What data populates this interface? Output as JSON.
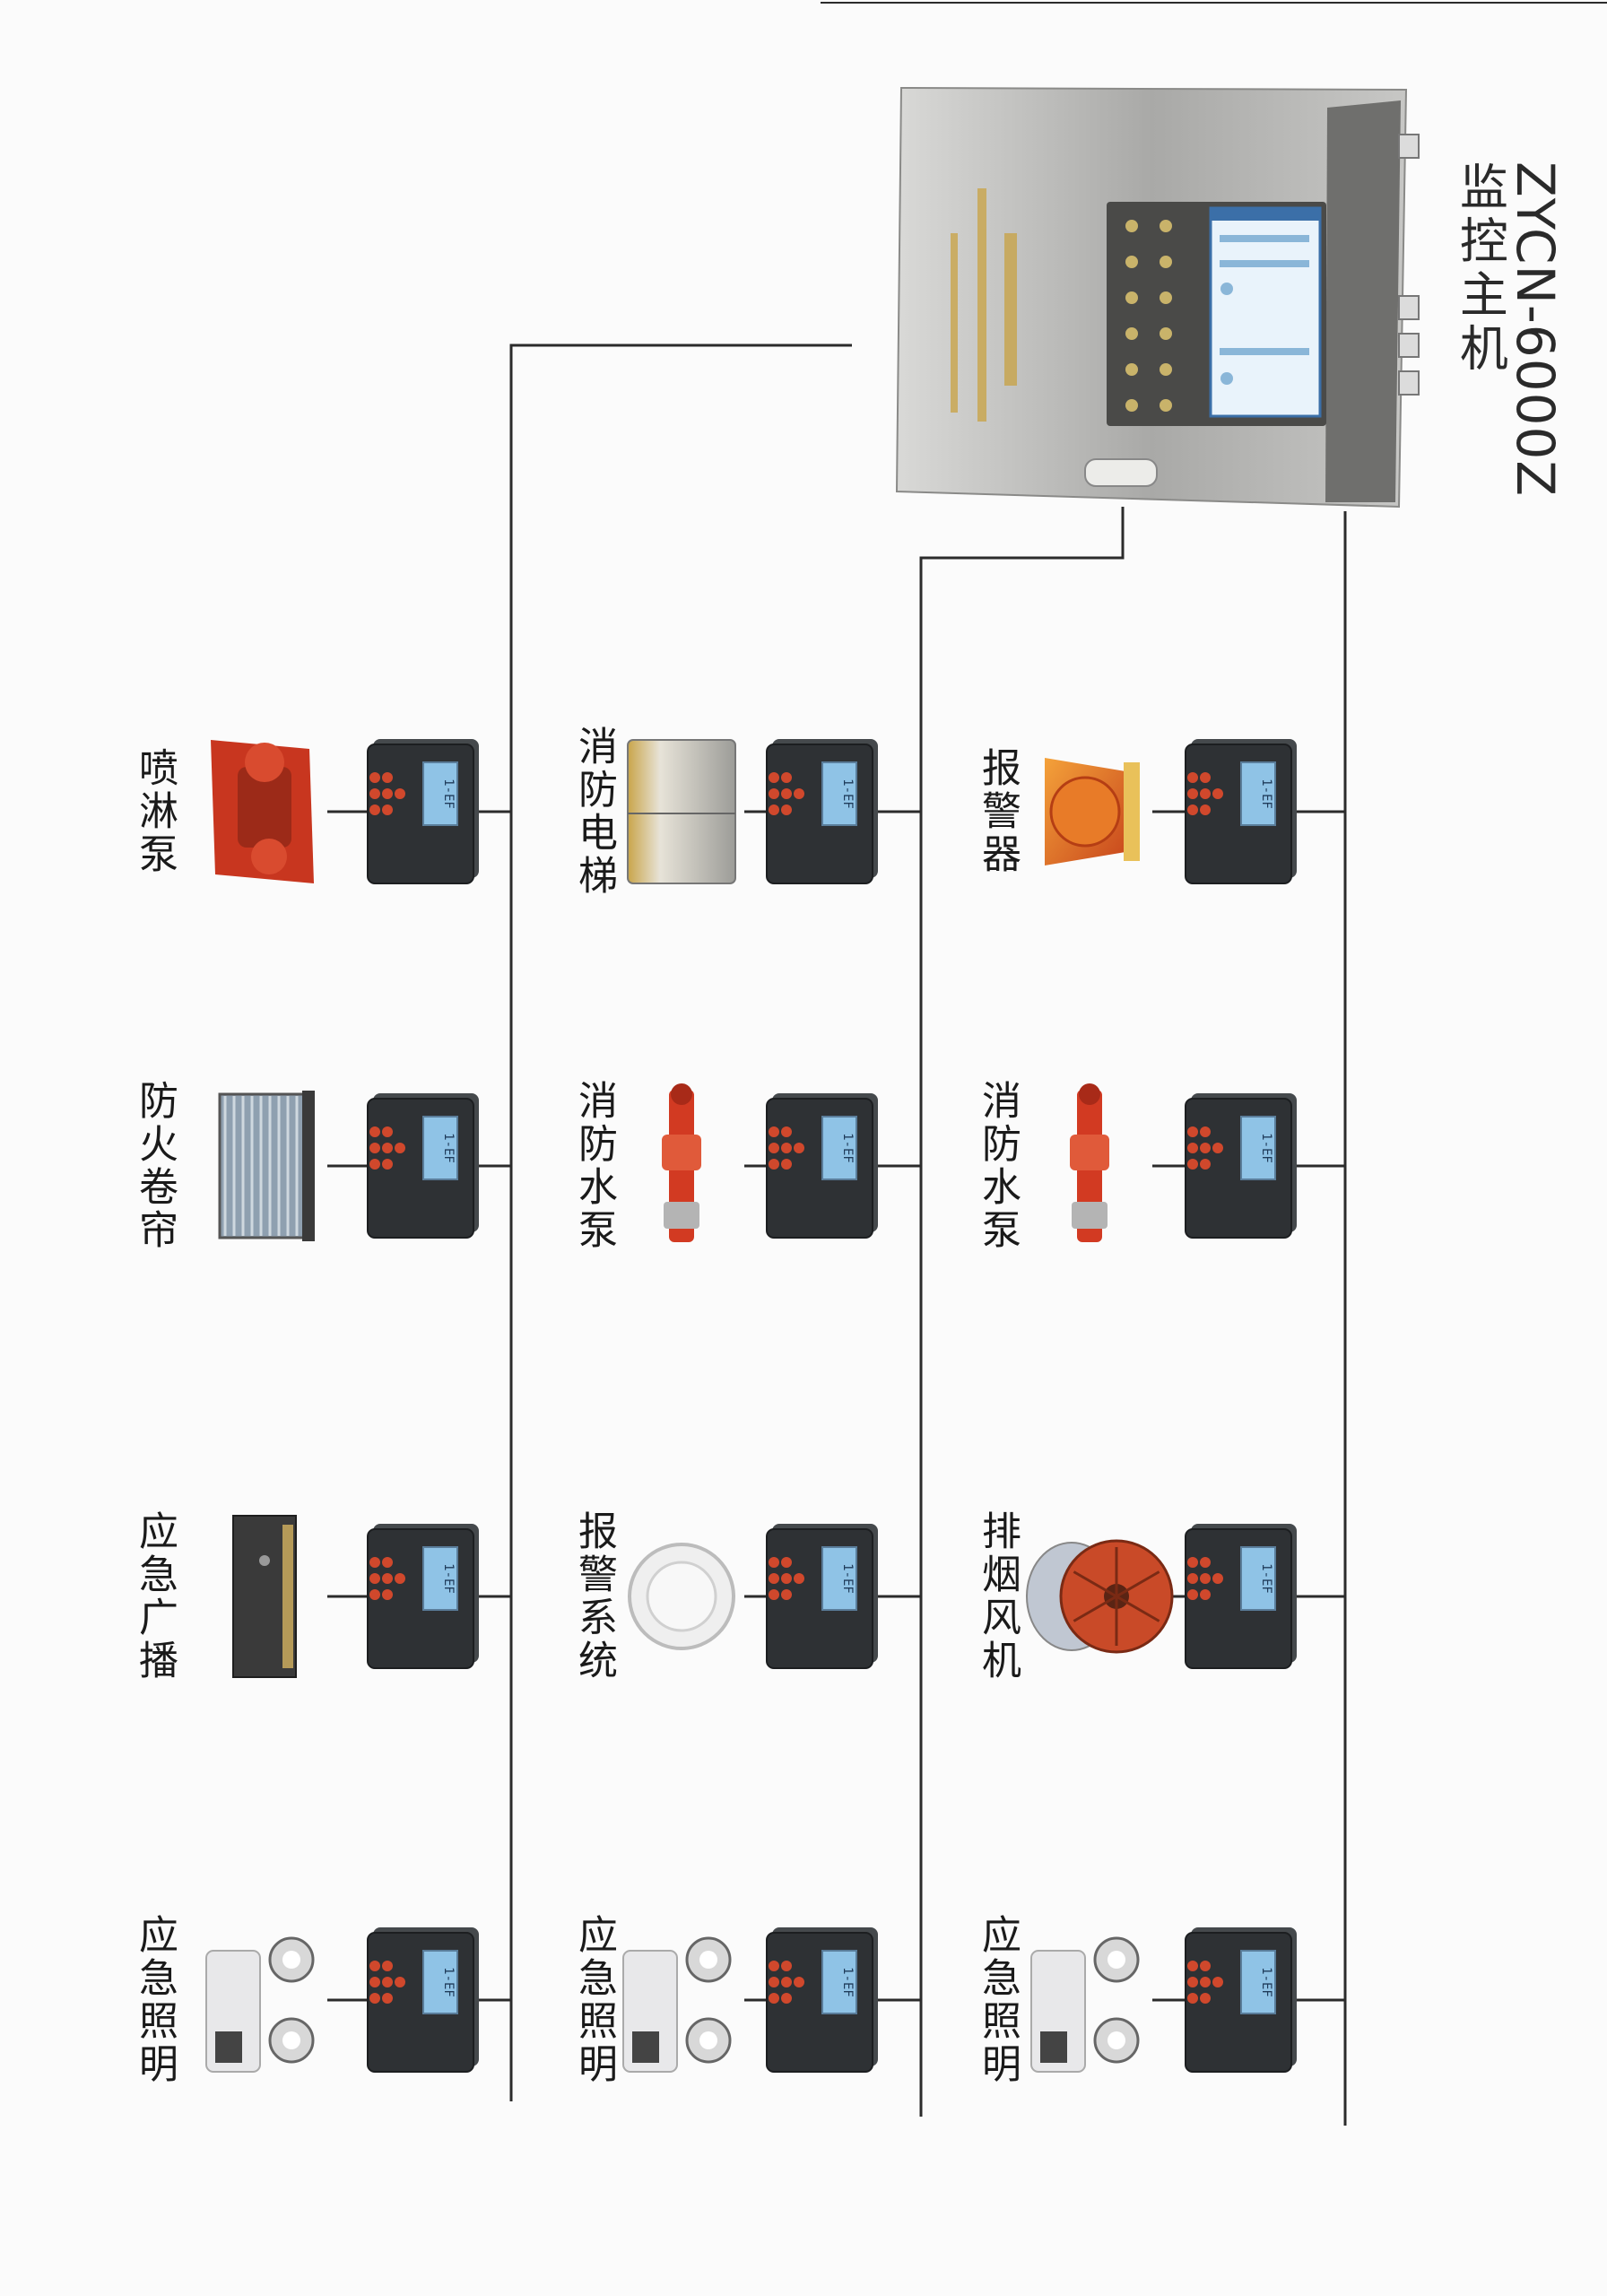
{
  "host": {
    "model": "ZYCN-6000Z",
    "name": "监控主机"
  },
  "module_display": "1-EF",
  "columns": [
    {
      "id": "left",
      "devices": [
        {
          "label": "喷淋泵",
          "icon": "sprinkler-pump-icon"
        },
        {
          "label": "防火卷帘",
          "icon": "fire-shutter-icon"
        },
        {
          "label": "应急广播",
          "icon": "emergency-broadcast-icon"
        },
        {
          "label": "应急照明",
          "icon": "emergency-lighting-icon"
        }
      ]
    },
    {
      "id": "middle",
      "devices": [
        {
          "label": "消防电梯",
          "icon": "fire-elevator-icon"
        },
        {
          "label": "消防水泵",
          "icon": "fire-water-pump-icon"
        },
        {
          "label": "报警系统",
          "icon": "alarm-system-icon"
        },
        {
          "label": "应急照明",
          "icon": "emergency-lighting-icon"
        }
      ]
    },
    {
      "id": "right",
      "devices": [
        {
          "label": "报警器",
          "icon": "alarm-siren-icon"
        },
        {
          "label": "消防水泵",
          "icon": "fire-water-pump-icon"
        },
        {
          "label": "排烟风机",
          "icon": "smoke-exhaust-fan-icon"
        },
        {
          "label": "应急照明",
          "icon": "emergency-lighting-icon"
        }
      ]
    }
  ],
  "colors": {
    "line": "#2b2b2b",
    "module_body": "#2e3134",
    "module_screen": "#8fc3e6",
    "module_keys": "#d0482c",
    "host_panel": "#b8b8b6",
    "host_screen": "#e9f3fb",
    "pump_red": "#c8361f"
  }
}
